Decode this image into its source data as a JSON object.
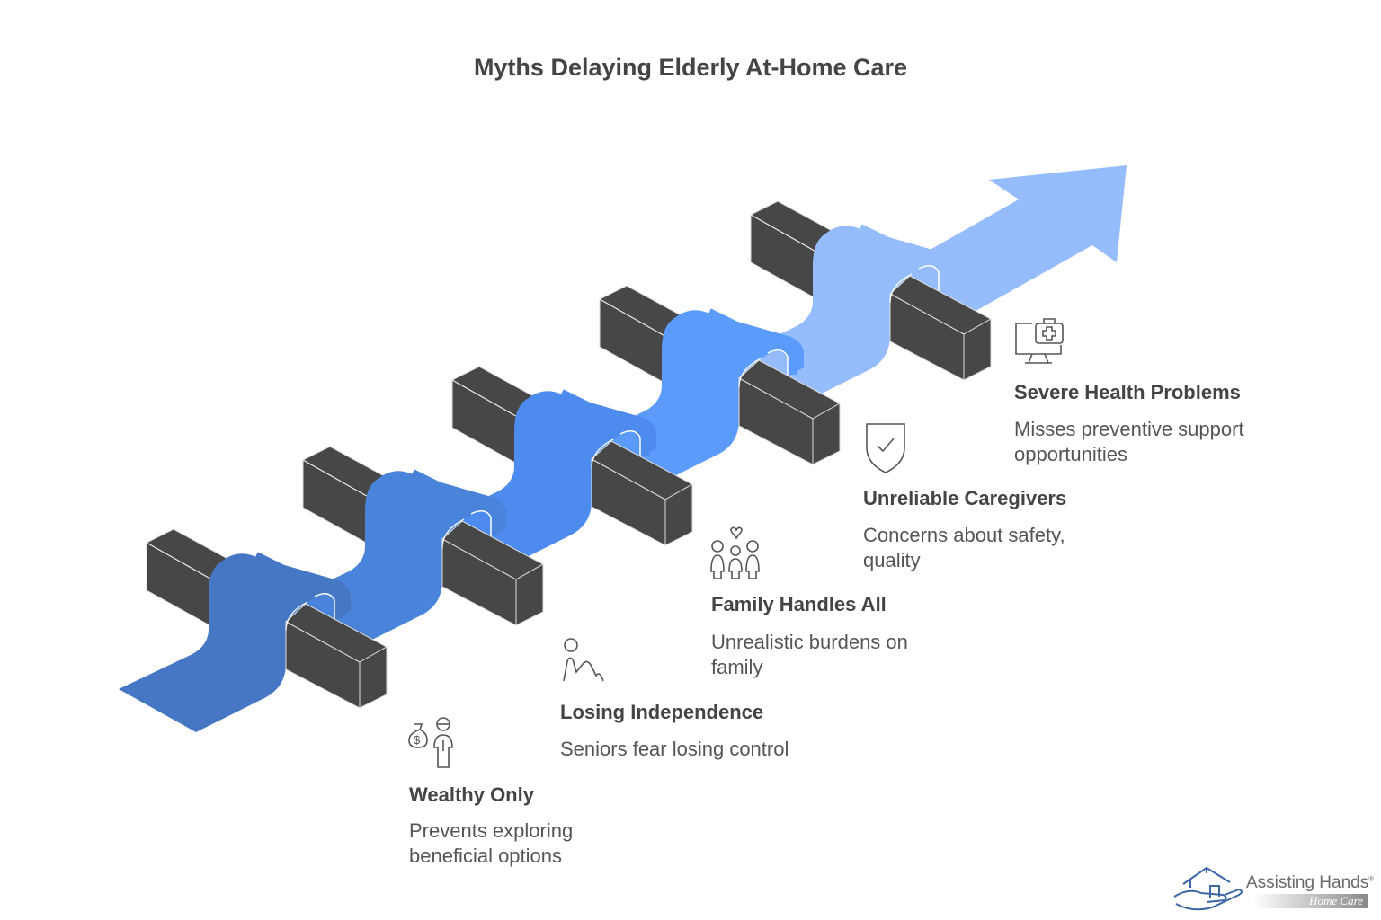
{
  "title": "Myths Delaying Elderly At-Home Care",
  "colors": {
    "blocks": "#474747",
    "segments": [
      "#4677c4",
      "#4a84da",
      "#4d8bee",
      "#5b9bfc",
      "#95bcfd"
    ],
    "arrow": "#95bcfd"
  },
  "items": [
    {
      "title": "Wealthy Only",
      "description": "Prevents exploring beneficial options",
      "icon": "money-person-icon"
    },
    {
      "title": "Losing Independence",
      "description": "Seniors fear losing control",
      "icon": "person-falling-icon"
    },
    {
      "title": "Family Handles All",
      "description": "Unrealistic burdens on family",
      "icon": "family-heart-icon"
    },
    {
      "title": "Unreliable Caregivers",
      "description": "Concerns about safety, quality",
      "icon": "shield-check-icon"
    },
    {
      "title": "Severe Health Problems",
      "description": "Misses preventive support opportunities",
      "icon": "medical-monitor-icon"
    }
  ],
  "logo": {
    "name": "Assisting Hands",
    "registered": "®",
    "tagline": "Home Care"
  }
}
